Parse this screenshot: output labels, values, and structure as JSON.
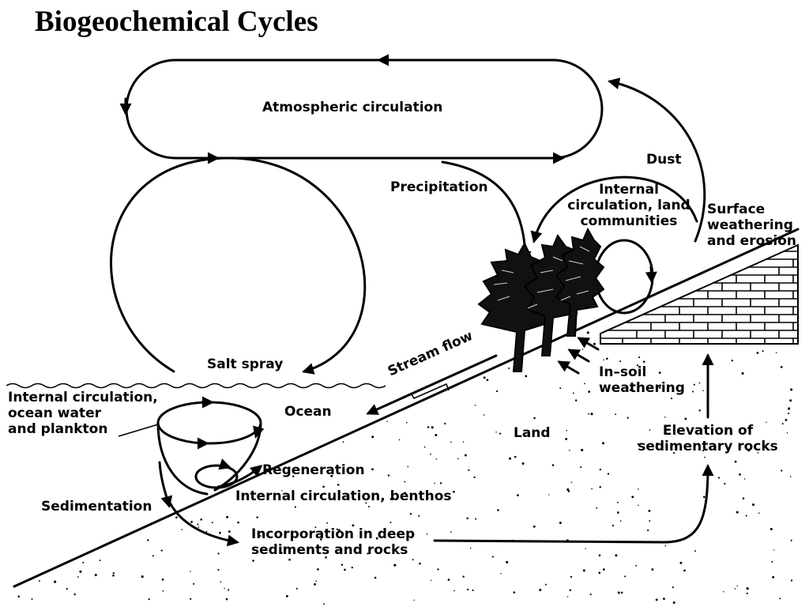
{
  "title": "Biogeochemical Cycles",
  "labels": {
    "atmospheric_circulation": "Atmospheric circulation",
    "precipitation": "Precipitation",
    "dust": "Dust",
    "internal_circulation_land_line1": "Internal",
    "internal_circulation_land_line2": "circulation, land",
    "internal_circulation_land_line3": "communities",
    "surface_weathering_line1": "Surface",
    "surface_weathering_line2": "weathering",
    "surface_weathering_line3": "and erosion",
    "salt_spray": "Salt spray",
    "stream_flow": "Stream flow",
    "ocean": "Ocean",
    "internal_circulation_ocean_line1": "Internal circulation,",
    "internal_circulation_ocean_line2": "ocean water",
    "internal_circulation_ocean_line3": "and plankton",
    "in_soil_weathering_line1": "In–soil",
    "in_soil_weathering_line2": "weathering",
    "land": "Land",
    "elevation_line1": "Elevation of",
    "elevation_line2": "sedimentary rocks",
    "regeneration": "Regeneration",
    "internal_circulation_benthos": "Internal circulation, benthos",
    "sedimentation": "Sedimentation",
    "incorporation_line1": "Incorporation in deep",
    "incorporation_line2": "sediments and rocks"
  }
}
